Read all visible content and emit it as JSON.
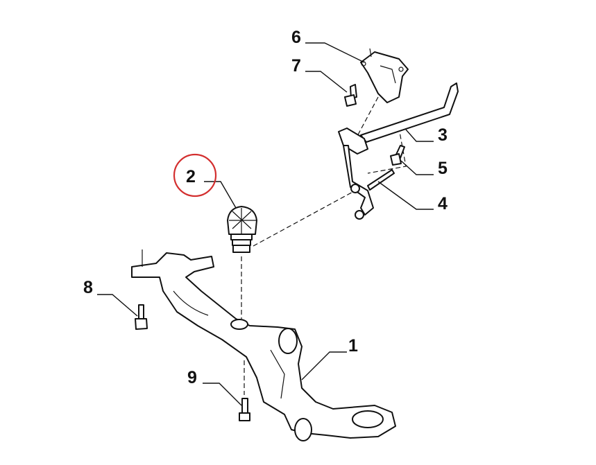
{
  "callouts": [
    {
      "id": "1",
      "label": "1"
    },
    {
      "id": "2",
      "label": "2"
    },
    {
      "id": "3",
      "label": "3"
    },
    {
      "id": "4",
      "label": "4"
    },
    {
      "id": "5",
      "label": "5"
    },
    {
      "id": "6",
      "label": "6"
    },
    {
      "id": "7",
      "label": "7"
    },
    {
      "id": "8",
      "label": "8"
    },
    {
      "id": "9",
      "label": "9"
    }
  ],
  "highlight": {
    "callout": "2",
    "color": "#d32f2f"
  }
}
